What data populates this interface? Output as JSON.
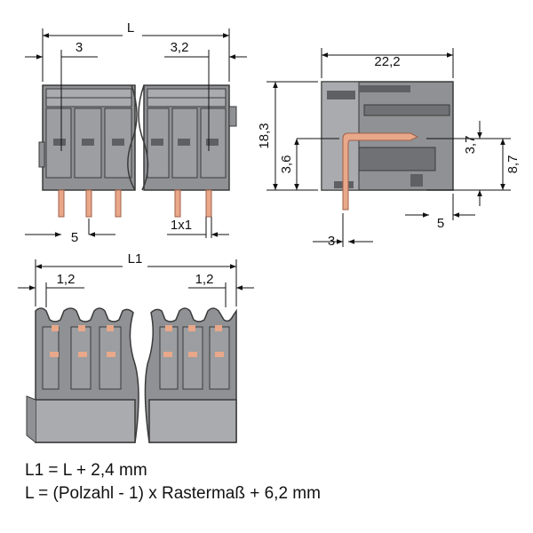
{
  "colors": {
    "body": "#8f9194",
    "body_light": "#a9abae",
    "body_dark": "#5e6063",
    "outline": "#3a3a3a",
    "pin": "#e8a889",
    "pin_outline": "#a0604a",
    "dimension_line": "#111111"
  },
  "front_view": {
    "dim_L": "L",
    "dim_left_offset": "3",
    "dim_right_offset": "3,2",
    "dim_pitch": "5",
    "dim_pin": "1x1"
  },
  "side_view": {
    "dim_depth": "22,2",
    "dim_height": "18,3",
    "dim_pin_height": "3,6",
    "dim_right_upper": "3,7",
    "dim_right_total": "8,7",
    "dim_bottom_left": "3",
    "dim_bottom_right": "5"
  },
  "bottom_view": {
    "dim_L1": "L1",
    "dim_left": "1,2",
    "dim_right": "1,2"
  },
  "formulas": {
    "line1": "L1 = L + 2,4 mm",
    "line2": "L = (Polzahl - 1) x Rastermaß + 6,2 mm"
  }
}
